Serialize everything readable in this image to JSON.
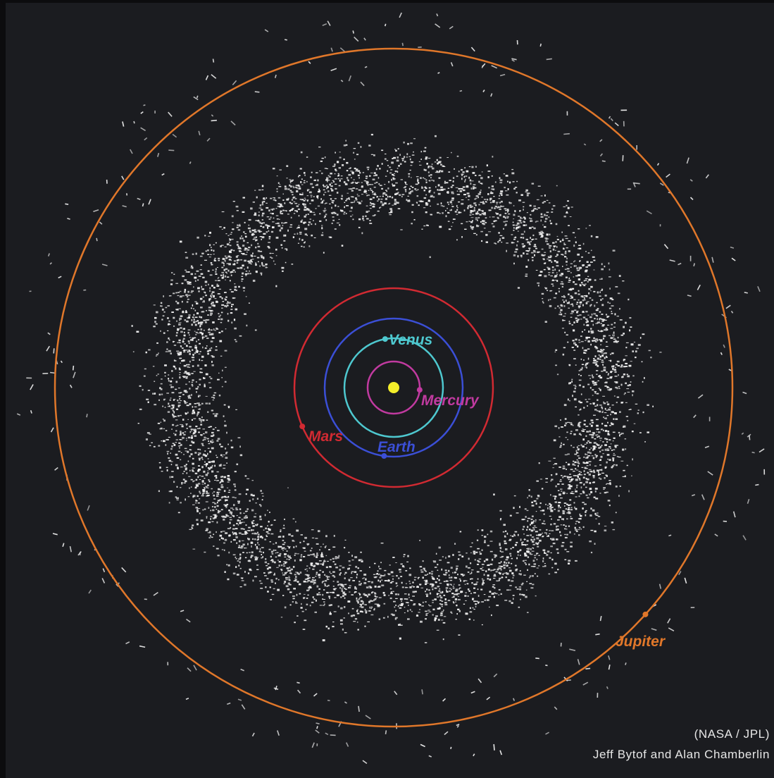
{
  "planets": [
    {
      "name": "Mercury",
      "label": "Mercury",
      "color": "#c13aa0"
    },
    {
      "name": "Venus",
      "label": "Venus",
      "color": "#4ec8cf"
    },
    {
      "name": "Earth",
      "label": "Earth",
      "color": "#3b4fd6"
    },
    {
      "name": "Mars",
      "label": "Mars",
      "color": "#d12a32"
    },
    {
      "name": "Jupiter",
      "label": "Jupiter",
      "color": "#e0772a"
    }
  ],
  "sun": {
    "color": "#f4ee2a"
  },
  "asteroid_color": "#f2f2f2",
  "background_color": "#1b1c20",
  "credits": {
    "source": "(NASA / JPL)",
    "authors": "Jeff Bytof and Alan Chamberlin"
  }
}
